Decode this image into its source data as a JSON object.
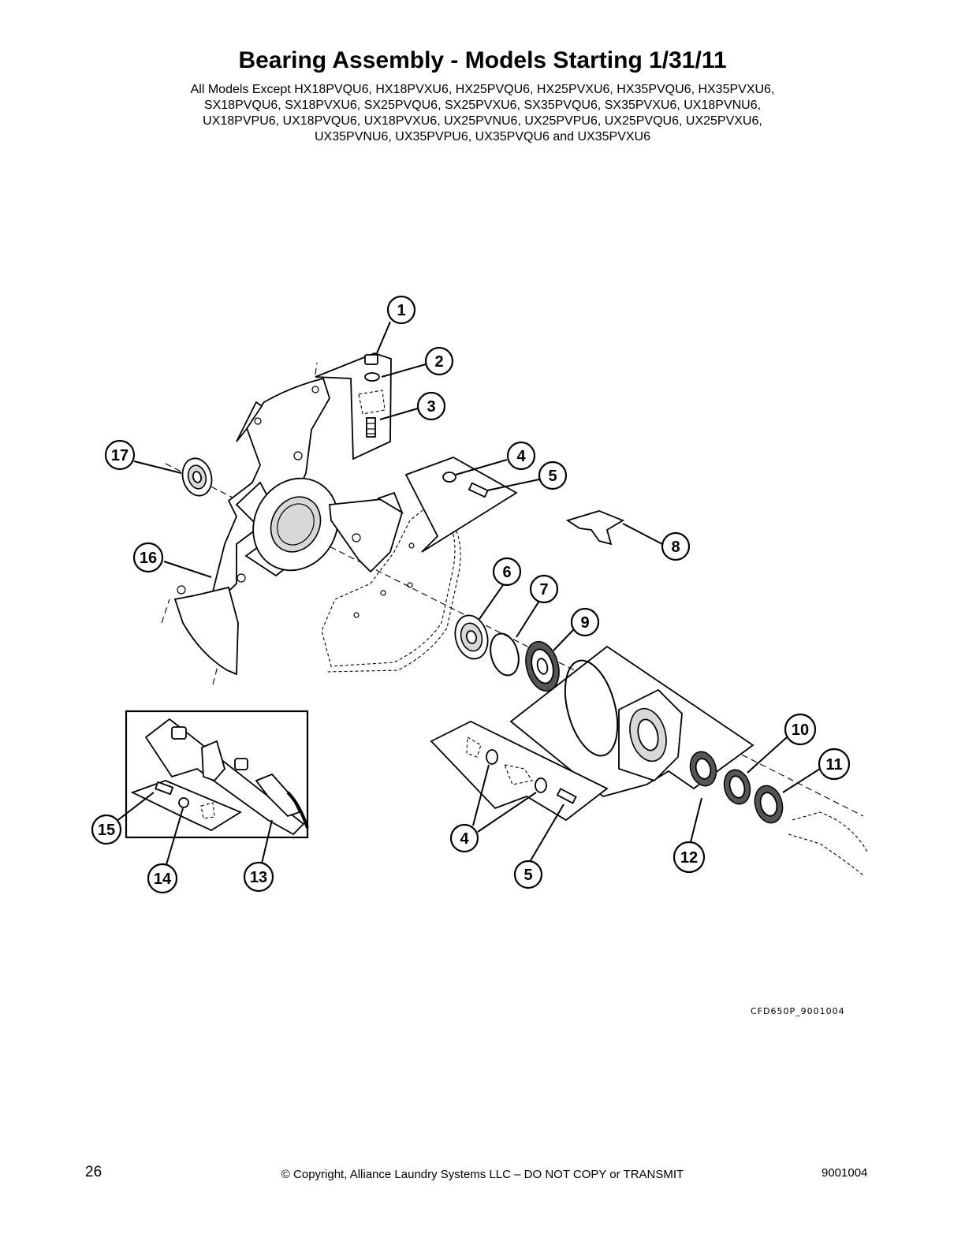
{
  "page": {
    "title": "Bearing Assembly - Models Starting 1/31/11",
    "models_lines": [
      "All Models Except HX18PVQU6, HX18PVXU6, HX25PVQU6, HX25PVXU6, HX35PVQU6, HX35PVXU6,",
      "SX18PVQU6, SX18PVXU6, SX25PVQU6, SX25PVXU6, SX35PVQU6, SX35PVXU6, UX18PVNU6,",
      "UX18PVPU6, UX18PVQU6, UX18PVXU6, UX25PVNU6, UX25PVPU6, UX25PVQU6, UX25PVXU6,",
      "UX35PVNU6, UX35PVPU6, UX35PVQU6 and UX35PVXU6"
    ],
    "figure_id": "CFD650P_9001004",
    "page_number": "26",
    "copyright": "© Copyright, Alliance Laundry Systems LLC – DO NOT COPY or TRANSMIT",
    "document_number": "9001004"
  },
  "callouts": {
    "c1": "1",
    "c2": "2",
    "c3": "3",
    "c4a": "4",
    "c5a": "5",
    "c6": "6",
    "c7": "7",
    "c8": "8",
    "c9": "9",
    "c10": "10",
    "c11": "11",
    "c12": "12",
    "c13": "13",
    "c14": "14",
    "c15": "15",
    "c16": "16",
    "c17": "17",
    "c4b": "4",
    "c5b": "5"
  }
}
